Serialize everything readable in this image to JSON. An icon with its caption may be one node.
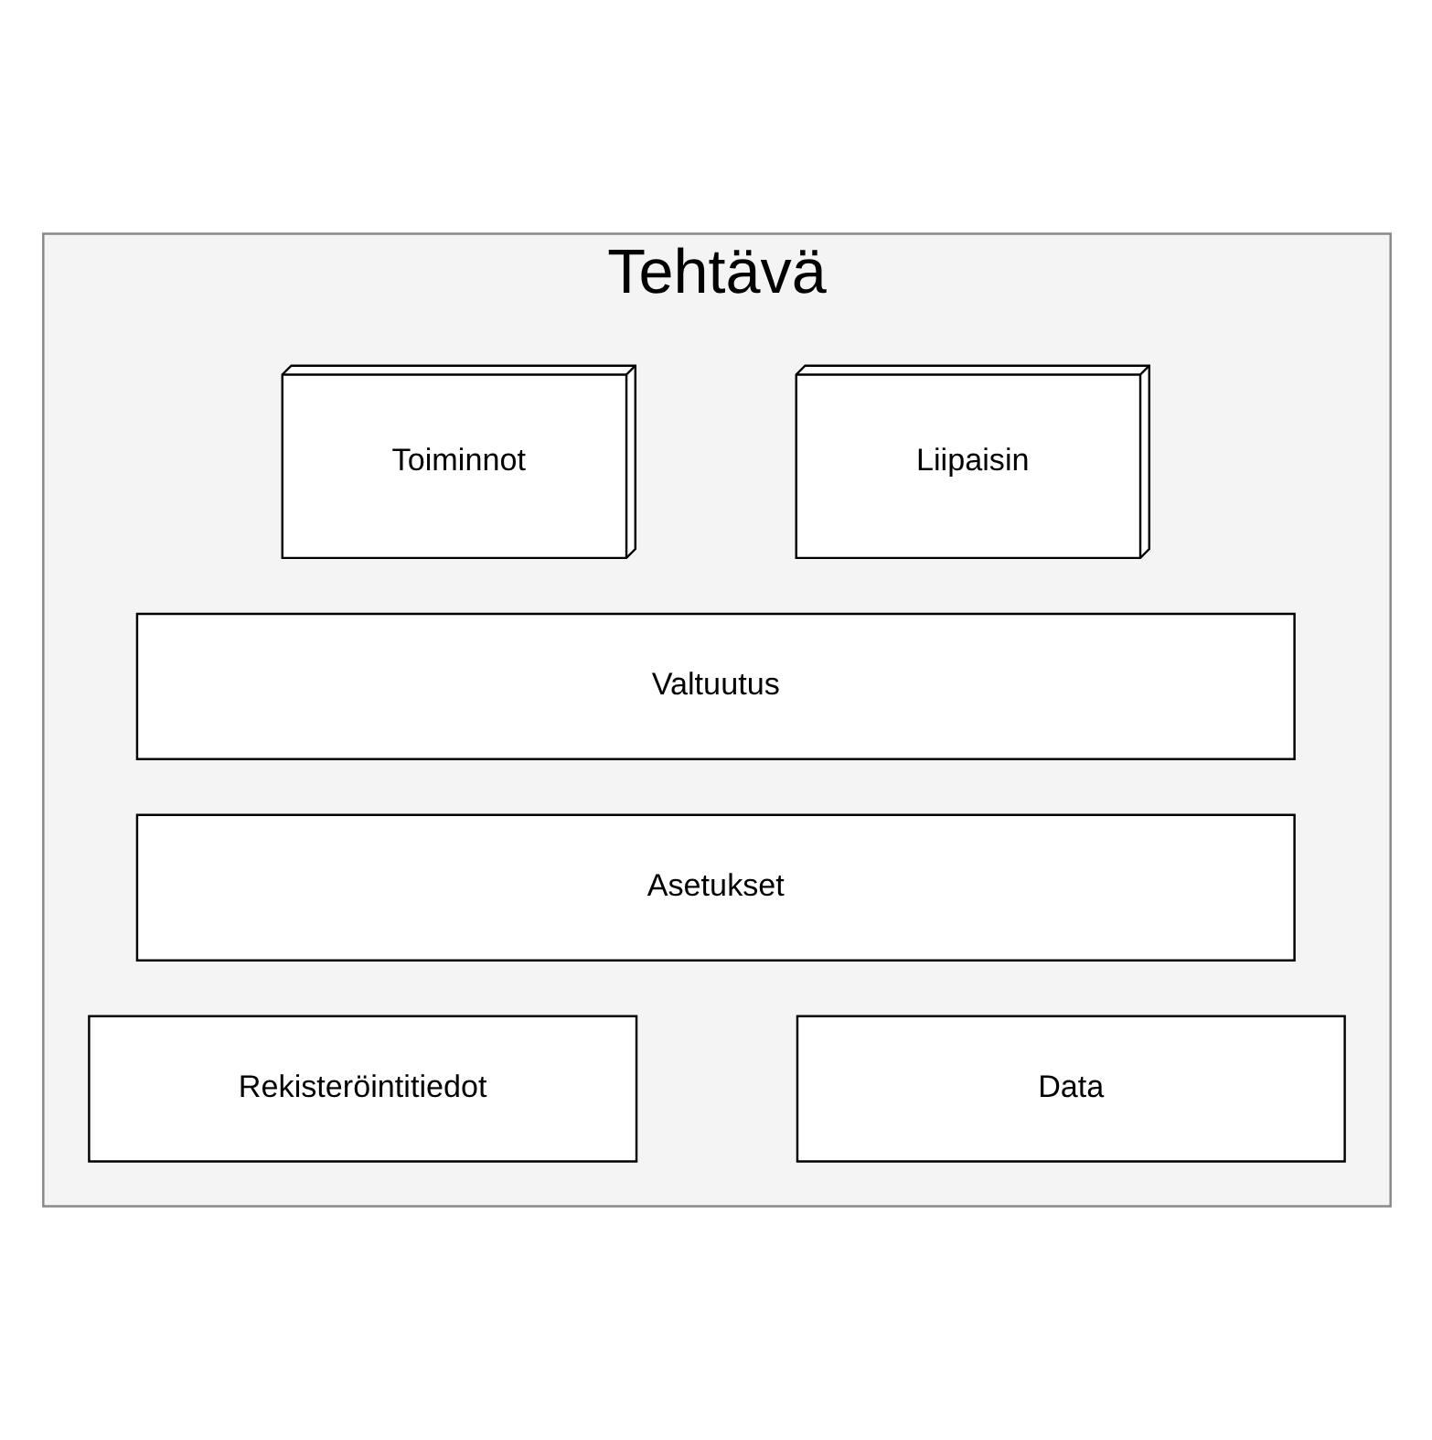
{
  "diagram": {
    "nodes": [
      {
        "text": [
          "Tehtävä"
        ]
      },
      {
        "text": [
          "Liipaisin"
        ],
        "in": 0
      },
      {
        "text": [
          "Toiminnot"
        ],
        "in": 0
      },
      {
        "text": [
          "Valtuutus"
        ],
        "in": 0
      },
      {
        "text": [
          "Asetukset"
        ],
        "in": 0
      },
      {
        "text": [
          "Rekisteröintitiedot"
        ],
        "in": 0
      },
      {
        "text": [
          "Data"
        ],
        "in": 0
      }
    ]
  }
}
